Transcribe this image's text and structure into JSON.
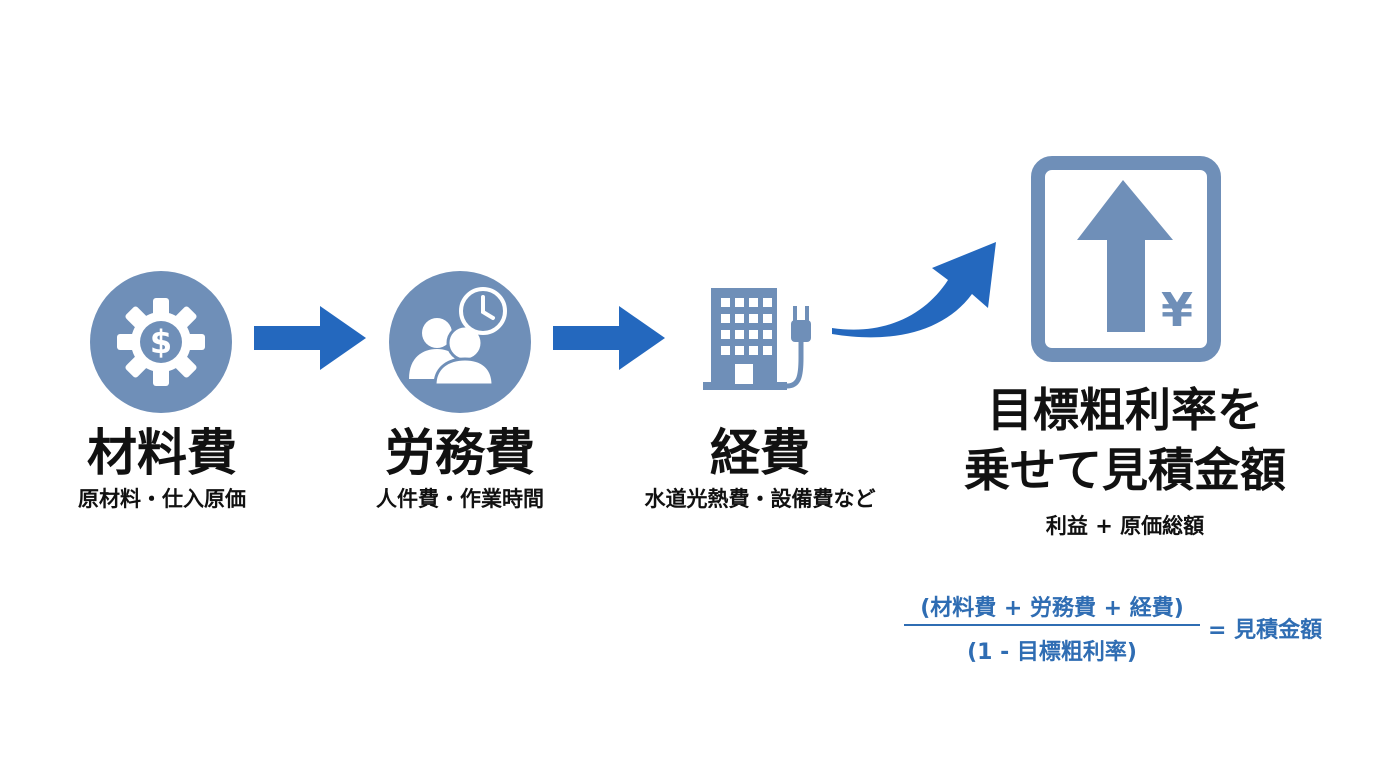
{
  "colors": {
    "icon": "#6f8fb8",
    "arrow": "#2468be",
    "formula": "#2f6db3",
    "text": "#111111"
  },
  "steps": [
    {
      "icon": "dollar-gear-icon",
      "title": "材料費",
      "subtitle": "原材料・仕入原価"
    },
    {
      "icon": "people-clock-icon",
      "title": "労務費",
      "subtitle": "人件費・作業時間"
    },
    {
      "icon": "building-plug-icon",
      "title": "経費",
      "subtitle": "水道光熱費・設備費など"
    }
  ],
  "result": {
    "icon": "yen-up-arrow-icon",
    "title_line1": "目標粗利率を",
    "title_line2": "乗せて見積金額",
    "subtitle": "利益 + 原価総額"
  },
  "formula": {
    "numerator": "(材料費 + 労務費 + 経費)",
    "denominator": "(1 - 目標粗利率)",
    "result": "= 見積金額"
  }
}
